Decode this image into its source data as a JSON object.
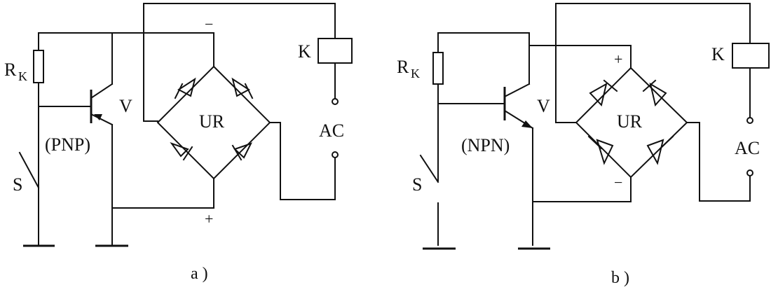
{
  "circuits": [
    {
      "id": "a",
      "caption": "a )",
      "resistor": "R",
      "resistor_sub": "K",
      "transistor": "V",
      "transistor_type": "(PNP)",
      "switch": "S",
      "bridge": "UR",
      "relay": "K",
      "supply": "AC",
      "bridge_top_sign": "−",
      "bridge_bottom_sign": "+"
    },
    {
      "id": "b",
      "caption": "b )",
      "resistor": "R",
      "resistor_sub": "K",
      "transistor": "V",
      "transistor_type": "(NPN)",
      "switch": "S",
      "bridge": "UR",
      "relay": "K",
      "supply": "AC",
      "bridge_top_sign": "+",
      "bridge_bottom_sign": "−"
    }
  ]
}
